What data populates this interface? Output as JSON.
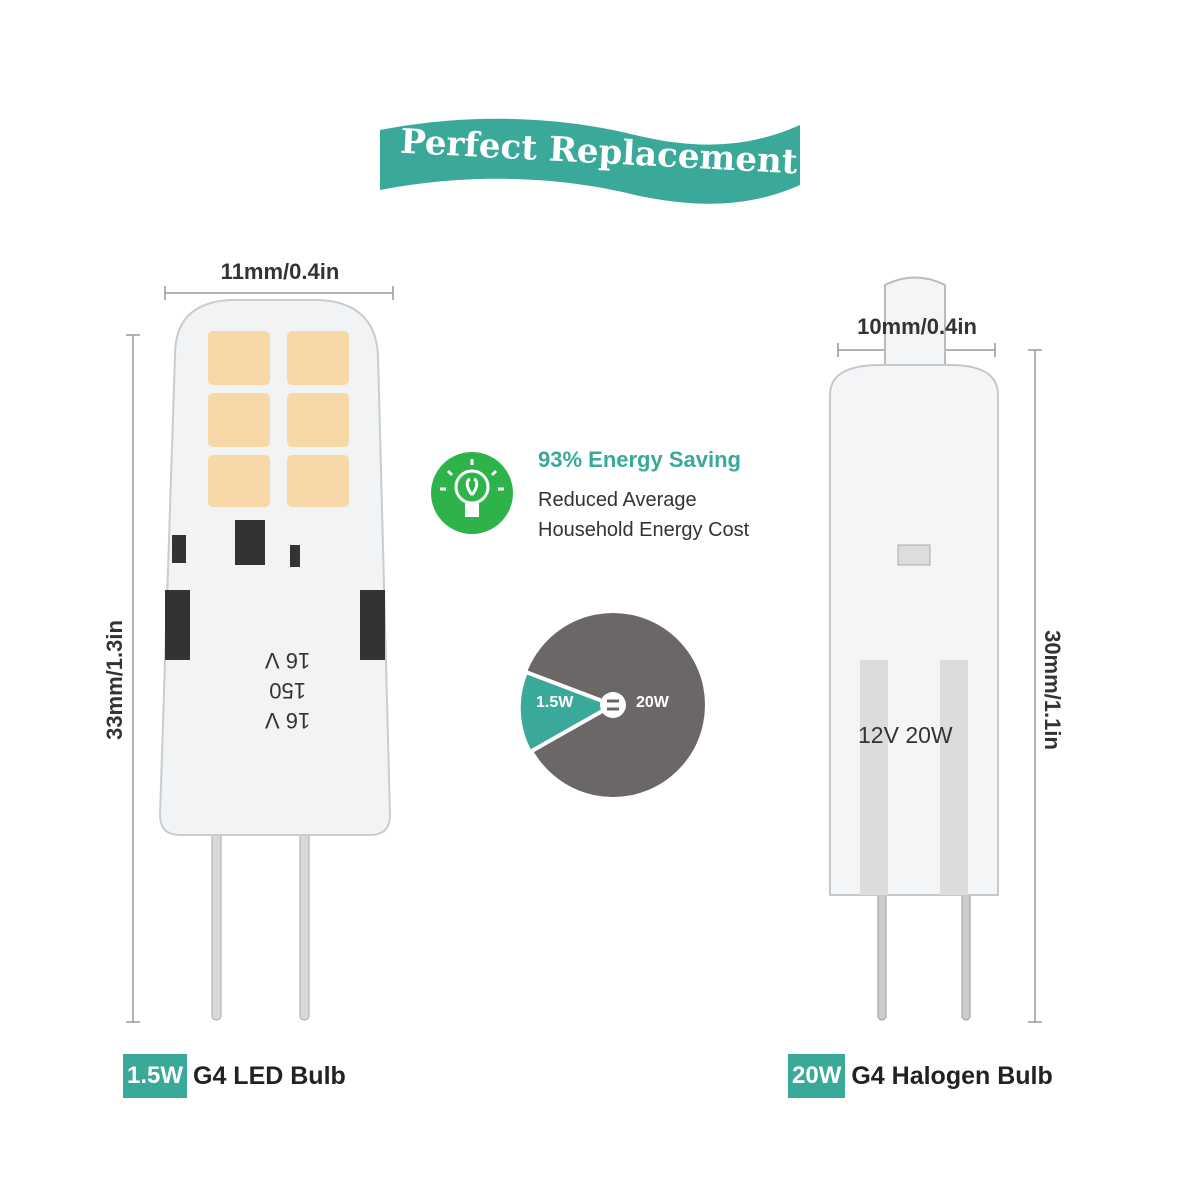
{
  "banner": {
    "title": "Perfect Replacement"
  },
  "led_bulb": {
    "width_label": "11mm/0.4in",
    "height_label": "33mm/1.3in",
    "wattage_tag": "1.5W",
    "name": "G4 LED Bulb",
    "markings": [
      "16 V",
      "150",
      "16 V"
    ]
  },
  "halogen_bulb": {
    "width_label": "10mm/0.4in",
    "height_label": "30mm/1.1in",
    "wattage_tag": "20W",
    "name": "G4 Halogen Bulb",
    "marking": "12V 20W"
  },
  "energy": {
    "headline": "93% Energy Saving",
    "line1": "Reduced Average",
    "line2": "Household Energy Cost",
    "icon": "eco-bulb-icon"
  },
  "comparison": {
    "led": "1.5W",
    "equals": "=",
    "halogen": "20W"
  },
  "colors": {
    "teal": "#3aa99a",
    "green": "#2db34a",
    "gray": "#6b6767"
  }
}
